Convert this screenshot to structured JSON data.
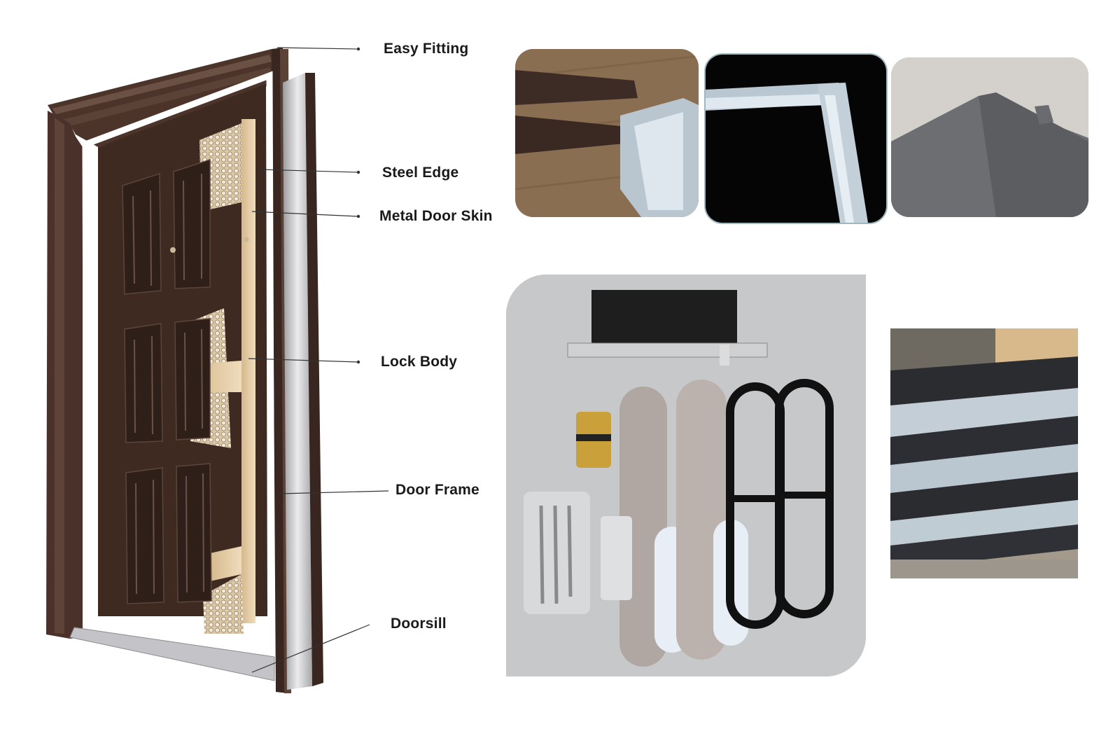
{
  "labels": {
    "easy_fitting": "Easy Fitting",
    "steel_edge": "Steel Edge",
    "metal_door_skin": "Metal Door Skin",
    "lock_body": "Lock Body",
    "door_frame": "Door Frame",
    "doorsill": "Doorsill"
  },
  "colors": {
    "frame_brown": "#4a322a",
    "door_brown": "#3f2a22",
    "honeycomb_fill": "#e6d4b4",
    "steel": "#c9c9cb",
    "leader_line": "#333333"
  }
}
